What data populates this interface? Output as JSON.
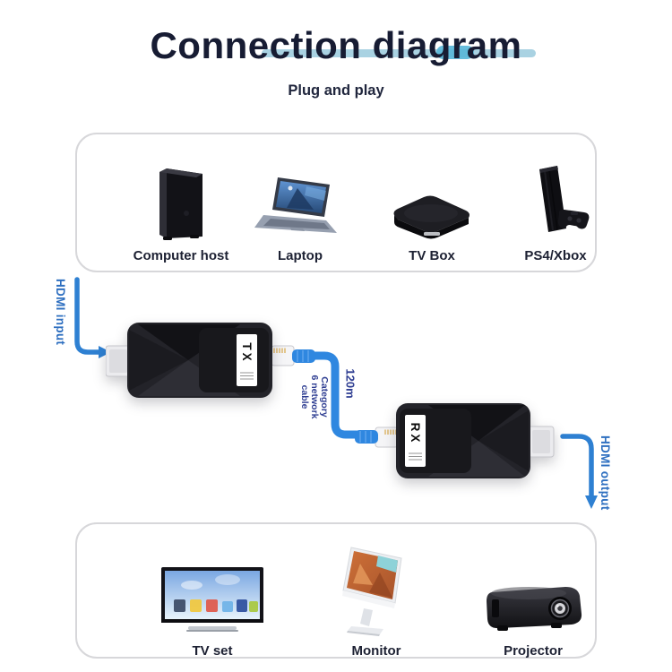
{
  "header": {
    "title": "Connection diagram",
    "subtitle": "Plug and play"
  },
  "sources": {
    "items": [
      {
        "label": "Computer host",
        "icon": "computer-tower"
      },
      {
        "label": "Laptop",
        "icon": "laptop"
      },
      {
        "label": "TV Box",
        "icon": "tv-box"
      },
      {
        "label": "PS4/Xbox",
        "icon": "game-console"
      }
    ]
  },
  "connection": {
    "input_label": "HDMI input",
    "output_label": "HDMI output",
    "transmitter_label": "TX",
    "receiver_label": "RX",
    "cable_length": "120m",
    "cable_type": "Category 6 network cable",
    "cable_type_lines": [
      "Category",
      "6 network",
      "cable"
    ]
  },
  "sinks": {
    "items": [
      {
        "label": "TV set",
        "icon": "tv"
      },
      {
        "label": "Monitor",
        "icon": "monitor"
      },
      {
        "label": "Projector",
        "icon": "projector"
      }
    ]
  },
  "colors": {
    "title_navy": "#171c33",
    "arrow_blue": "#2e80d2",
    "hdmi_label_blue": "#2e6fc0",
    "cable_blue": "#2f87e0",
    "cable_note_navy": "#2f3e92",
    "highlight_light": "#a9d2e2",
    "highlight_dark": "#56b6d8",
    "panel_border": "#d7d7da"
  }
}
